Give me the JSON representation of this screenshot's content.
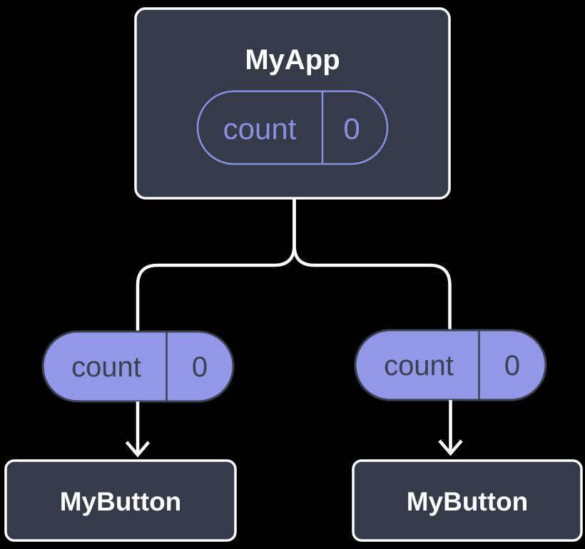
{
  "colors": {
    "background": "#000000",
    "node_fill": "#353B48",
    "node_border": "#FFFFFF",
    "accent": "#8A90E2",
    "pill_fill": "#9298E8",
    "pill_dark": "#3A404E",
    "connector": "#FFFFFF",
    "text_light": "#FFFFFF"
  },
  "diagram": {
    "root": {
      "title": "MyApp",
      "state": {
        "name": "count",
        "value": "0"
      }
    },
    "children": [
      {
        "title": "MyButton",
        "prop": {
          "name": "count",
          "value": "0"
        }
      },
      {
        "title": "MyButton",
        "prop": {
          "name": "count",
          "value": "0"
        }
      }
    ]
  }
}
